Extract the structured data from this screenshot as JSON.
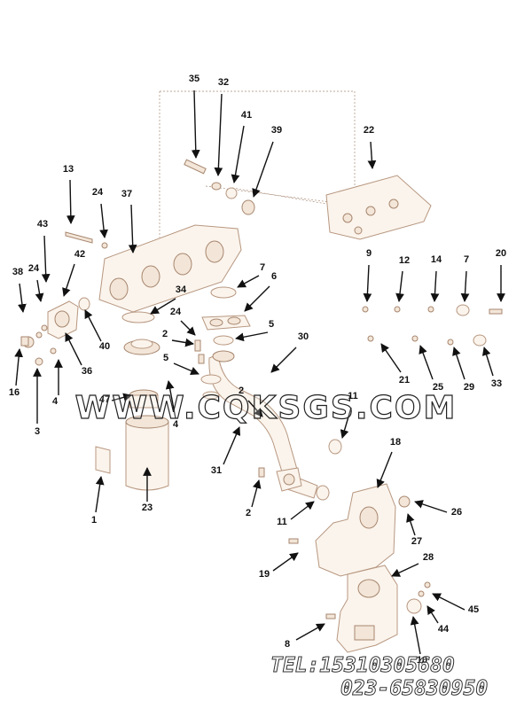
{
  "watermark": "WWW.CQKSGS.COM",
  "contact": {
    "tel": "TEL:15310305680",
    "phone": "023-65830950"
  },
  "colors": {
    "line": "#b79780",
    "arrow": "#111111",
    "fill": "#fbf4ec"
  },
  "callouts": [
    {
      "id": "c35",
      "label": "35"
    },
    {
      "id": "c32",
      "label": "32"
    },
    {
      "id": "c41",
      "label": "41"
    },
    {
      "id": "c39",
      "label": "39"
    },
    {
      "id": "c22",
      "label": "22"
    },
    {
      "id": "c13",
      "label": "13"
    },
    {
      "id": "c24a",
      "label": "24"
    },
    {
      "id": "c37",
      "label": "37"
    },
    {
      "id": "c43",
      "label": "43"
    },
    {
      "id": "c42",
      "label": "42"
    },
    {
      "id": "c38",
      "label": "38"
    },
    {
      "id": "c24b",
      "label": "24"
    },
    {
      "id": "c9",
      "label": "9"
    },
    {
      "id": "c12",
      "label": "12"
    },
    {
      "id": "c14",
      "label": "14"
    },
    {
      "id": "c7a",
      "label": "7"
    },
    {
      "id": "c20",
      "label": "20"
    },
    {
      "id": "c7b",
      "label": "7"
    },
    {
      "id": "c6",
      "label": "6"
    },
    {
      "id": "c34",
      "label": "34"
    },
    {
      "id": "c24c",
      "label": "24"
    },
    {
      "id": "c5a",
      "label": "5"
    },
    {
      "id": "c2a",
      "label": "2"
    },
    {
      "id": "c30",
      "label": "30"
    },
    {
      "id": "c40",
      "label": "40"
    },
    {
      "id": "c36",
      "label": "36"
    },
    {
      "id": "c16",
      "label": "16"
    },
    {
      "id": "c21",
      "label": "21"
    },
    {
      "id": "c25",
      "label": "25"
    },
    {
      "id": "c29",
      "label": "29"
    },
    {
      "id": "c33",
      "label": "33"
    },
    {
      "id": "c5b",
      "label": "5"
    },
    {
      "id": "c47",
      "label": "47"
    },
    {
      "id": "c11a",
      "label": "11"
    },
    {
      "id": "c3",
      "label": "3"
    },
    {
      "id": "c4a",
      "label": "4"
    },
    {
      "id": "c4b",
      "label": "4"
    },
    {
      "id": "c2b",
      "label": "2"
    },
    {
      "id": "c18",
      "label": "18"
    },
    {
      "id": "c31",
      "label": "31"
    },
    {
      "id": "c1",
      "label": "1"
    },
    {
      "id": "c23",
      "label": "23"
    },
    {
      "id": "c2c",
      "label": "2"
    },
    {
      "id": "c11b",
      "label": "11"
    },
    {
      "id": "c26",
      "label": "26"
    },
    {
      "id": "c27",
      "label": "27"
    },
    {
      "id": "c19",
      "label": "19"
    },
    {
      "id": "c28",
      "label": "28"
    },
    {
      "id": "c45",
      "label": "45"
    },
    {
      "id": "c44",
      "label": "44"
    },
    {
      "id": "c8",
      "label": "8"
    },
    {
      "id": "c10",
      "label": "10"
    }
  ]
}
